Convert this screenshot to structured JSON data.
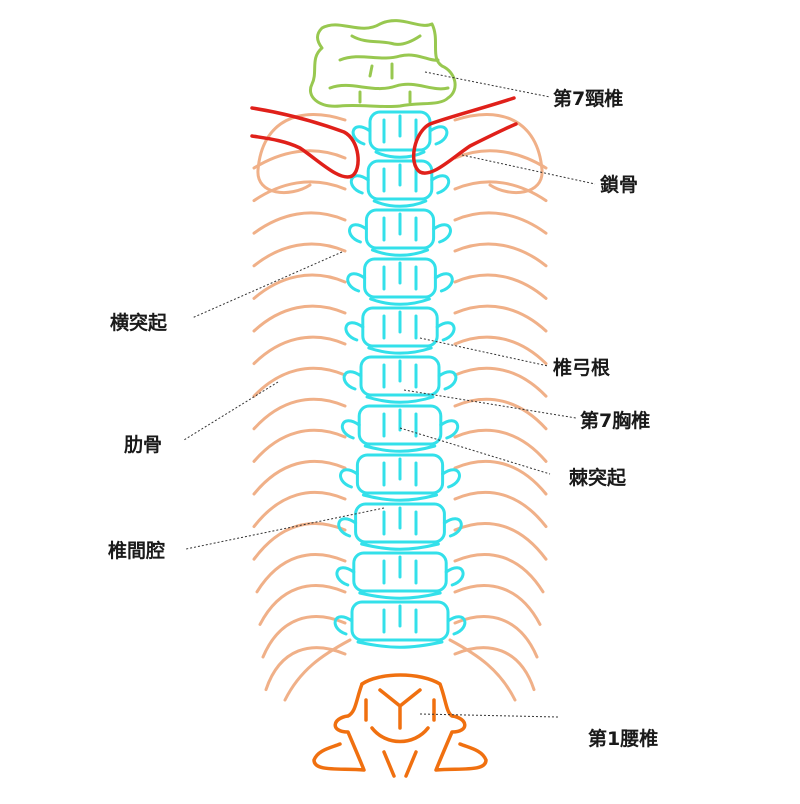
{
  "labels": {
    "c7": "第7頸椎",
    "clavicle": "鎖骨",
    "transverse_process": "横突起",
    "pedicle": "椎弓根",
    "t7": "第7胸椎",
    "rib": "肋骨",
    "spinous_process": "棘突起",
    "intervertebral_foramen": "椎間腔",
    "l1": "第1腰椎"
  },
  "colors": {
    "cervical": "#98c850",
    "clavicle": "#e0201a",
    "rib": "#f0b088",
    "thoracic": "#33e0ea",
    "lumbar": "#f07010",
    "leader": "#333333"
  }
}
